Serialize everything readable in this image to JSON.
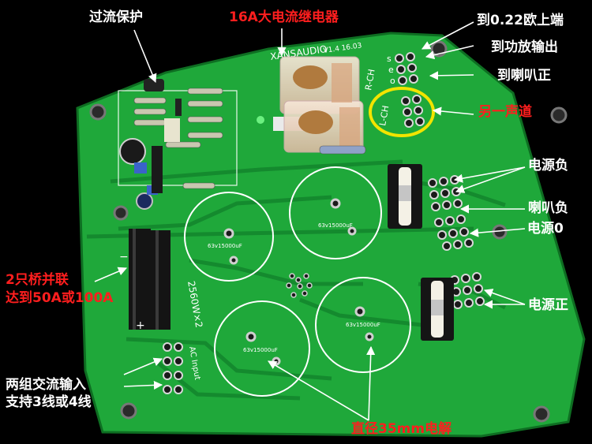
{
  "colors": {
    "background": "#000000",
    "pcb_green": "#1fa83a",
    "pcb_edge": "#0e6e22",
    "trace": "#148a2e",
    "silk": "#ffffff",
    "label_red": "#ff1e1e",
    "label_white": "#ffffff",
    "annotation_yellow": "#f2e400",
    "arrow": "#ffffff"
  },
  "labels": {
    "over_current": "过流保护",
    "relay": "16A大电流继电器",
    "to_022": "到0.22欧上端",
    "to_amp_out": "到功放输出",
    "to_speaker_pos": "到喇叭正",
    "other_channel": "另一声道",
    "power_neg": "电源负",
    "speaker_neg": "喇叭负",
    "power_zero": "电源0",
    "power_pos": "电源正",
    "bridge_line1": "2只桥并联",
    "bridge_line2": "达到50A或100A",
    "ac_line1": "两组交流输入",
    "ac_line2": "支持3线或4线",
    "caps_35mm": "直径35mm电解"
  },
  "board": {
    "brand_text": "XANSAUDIO",
    "version_text": "V1.4 16.03",
    "cap_text": "63v15000uF",
    "bridge_text": "2560W×2",
    "ac_text": "AC Input",
    "rch_text": "R-CH",
    "lch_text": "L-CH",
    "sig_labels": [
      "s",
      "e",
      "o"
    ],
    "plus_sign": "+",
    "minus_sign": "−"
  }
}
